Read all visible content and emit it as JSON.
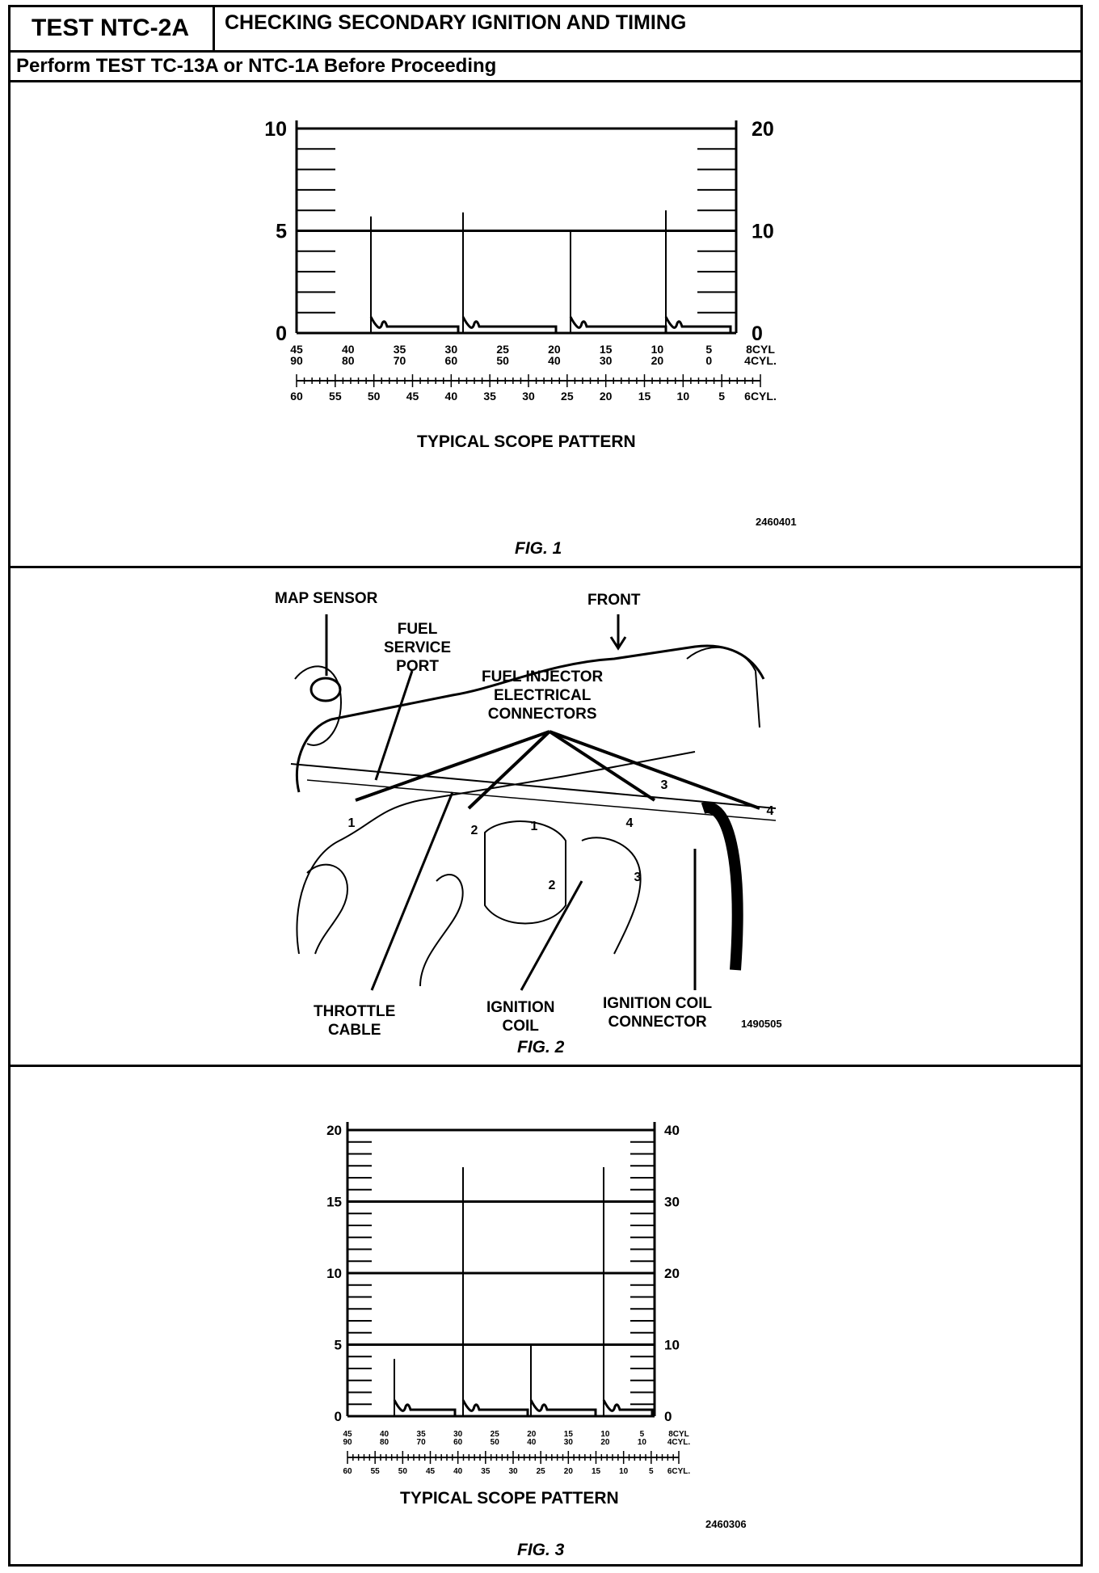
{
  "header": {
    "test_id": "TEST NTC-2A",
    "title": "CHECKING SECONDARY IGNITION AND TIMING",
    "prerequisite": "Perform TEST TC-13A or NTC-1A Before Proceeding"
  },
  "figure1": {
    "caption": "FIG. 1",
    "code": "2460401",
    "scope_label": "TYPICAL SCOPE PATTERN",
    "left_axis_labels": [
      "10",
      "5",
      "0"
    ],
    "right_axis_labels": [
      "20",
      "10",
      "0"
    ],
    "scale_8cyl": [
      "45",
      "40",
      "35",
      "30",
      "25",
      "20",
      "15",
      "10",
      "5",
      "8CYL"
    ],
    "scale_4cyl": [
      "90",
      "80",
      "70",
      "60",
      "50",
      "40",
      "30",
      "20",
      "0",
      "4CYL."
    ],
    "scale_6cyl": [
      "60",
      "55",
      "50",
      "45",
      "40",
      "35",
      "30",
      "25",
      "20",
      "15",
      "10",
      "5",
      "6CYL."
    ]
  },
  "figure2": {
    "caption": "FIG. 2",
    "code": "1490505",
    "labels": {
      "map_sensor": "MAP SENSOR",
      "front": "FRONT",
      "fuel_service_port": "FUEL\nSERVICE\nPORT",
      "fuel_injector_connectors": "FUEL INJECTOR\nELECTRICAL\nCONNECTORS",
      "throttle_cable": "THROTTLE\nCABLE",
      "ignition_coil": "IGNITION\nCOIL",
      "ignition_coil_connector": "IGNITION COIL\nCONNECTOR"
    },
    "numbers": [
      "1",
      "2",
      "3",
      "4",
      "1",
      "2",
      "3",
      "4"
    ]
  },
  "figure3": {
    "caption": "FIG. 3",
    "code": "2460306",
    "scope_label": "TYPICAL SCOPE PATTERN",
    "left_axis_labels": [
      "20",
      "15",
      "10",
      "5",
      "0"
    ],
    "right_axis_labels": [
      "40",
      "30",
      "20",
      "10",
      "0"
    ],
    "scale_8cyl": [
      "45",
      "40",
      "35",
      "30",
      "25",
      "20",
      "15",
      "10",
      "5",
      "8CYL"
    ],
    "scale_4cyl": [
      "90",
      "80",
      "70",
      "60",
      "50",
      "40",
      "30",
      "20",
      "10",
      "4CYL."
    ],
    "scale_6cyl": [
      "60",
      "55",
      "50",
      "45",
      "40",
      "35",
      "30",
      "25",
      "20",
      "15",
      "10",
      "5",
      "6CYL."
    ]
  }
}
